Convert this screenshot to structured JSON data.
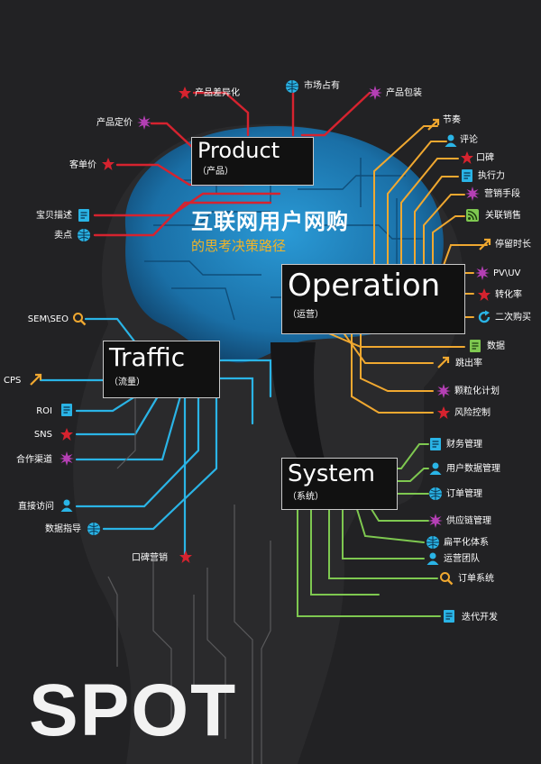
{
  "title": {
    "main": "互联网用户网购",
    "sub": "的思考决策路径"
  },
  "watermark": "SPOT",
  "colors": {
    "background": "#222224",
    "product": "#d6232f",
    "operation": "#f0a830",
    "traffic": "#2ab4e6",
    "system": "#7ec850",
    "brain": "#1e86c0"
  },
  "sections": {
    "product": {
      "en": "Product",
      "cn": "（产品）"
    },
    "operation": {
      "en": "Operation",
      "cn": "（运营）"
    },
    "traffic": {
      "en": "Traffic",
      "cn": "（流量）"
    },
    "system": {
      "en": "System",
      "cn": "（系统）"
    }
  },
  "product_items": [
    {
      "label": "产品差异化",
      "icon": "star-icon"
    },
    {
      "label": "市场占有",
      "icon": "globe-icon"
    },
    {
      "label": "产品包装",
      "icon": "burst-icon"
    },
    {
      "label": "产品定价",
      "icon": "burst-icon"
    },
    {
      "label": "客单价",
      "icon": "star-icon"
    },
    {
      "label": "宝贝描述",
      "icon": "doc-icon"
    },
    {
      "label": "卖点",
      "icon": "globe-icon"
    }
  ],
  "operation_items": [
    {
      "label": "节奏",
      "icon": "arrow-icon"
    },
    {
      "label": "评论",
      "icon": "user-icon"
    },
    {
      "label": "口碑",
      "icon": "star-icon"
    },
    {
      "label": "执行力",
      "icon": "doc-icon"
    },
    {
      "label": "营销手段",
      "icon": "burst-icon"
    },
    {
      "label": "关联销售",
      "icon": "rss-icon"
    },
    {
      "label": "停留时长",
      "icon": "arrow-icon"
    },
    {
      "label": "PV\\UV",
      "icon": "burst-icon"
    },
    {
      "label": "转化率",
      "icon": "star-icon"
    },
    {
      "label": "二次购买",
      "icon": "refresh-icon"
    },
    {
      "label": "数据",
      "icon": "doc-icon"
    },
    {
      "label": "跳出率",
      "icon": "arrow-icon"
    },
    {
      "label": "颗粒化计划",
      "icon": "burst-icon"
    },
    {
      "label": "风险控制",
      "icon": "star-icon"
    }
  ],
  "traffic_items": [
    {
      "label": "SEM\\SEO",
      "icon": "search-icon"
    },
    {
      "label": "CPS",
      "icon": "arrow-icon"
    },
    {
      "label": "ROI",
      "icon": "doc-icon"
    },
    {
      "label": "SNS",
      "icon": "star-icon"
    },
    {
      "label": "合作渠道",
      "icon": "burst-icon"
    },
    {
      "label": "直接访问",
      "icon": "user-icon"
    },
    {
      "label": "数据指导",
      "icon": "globe-icon"
    },
    {
      "label": "口碑营销",
      "icon": "star-icon"
    }
  ],
  "system_items": [
    {
      "label": "财务管理",
      "icon": "doc-icon"
    },
    {
      "label": "用户数据管理",
      "icon": "user-icon"
    },
    {
      "label": "订单管理",
      "icon": "globe-icon"
    },
    {
      "label": "供应链管理",
      "icon": "burst-icon"
    },
    {
      "label": "扁平化体系",
      "icon": "globe-icon"
    },
    {
      "label": "运营团队",
      "icon": "user-icon"
    },
    {
      "label": "订单系统",
      "icon": "search-icon"
    },
    {
      "label": "迭代开发",
      "icon": "doc-icon"
    }
  ]
}
